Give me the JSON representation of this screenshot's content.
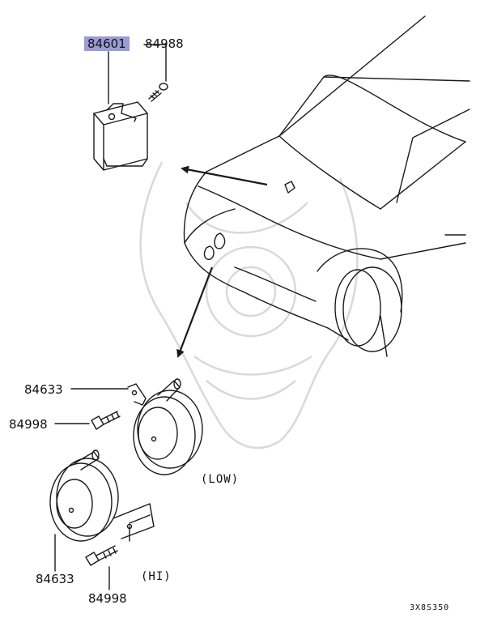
{
  "parts": {
    "relay_part_no": "84601",
    "relay_screw_part_no": "84988",
    "low_bracket_part_no": "84633",
    "low_bolt_part_no": "84998",
    "hi_bracket_part_no": "84633",
    "hi_bolt_part_no": "84998"
  },
  "captions": {
    "low": "(LOW)",
    "hi": "(HI)"
  },
  "diagram_code": "3X8S350",
  "colors": {
    "highlight": "#9b9bd6",
    "line": "#1a1a1a",
    "watermark": "#d9d9d9"
  }
}
